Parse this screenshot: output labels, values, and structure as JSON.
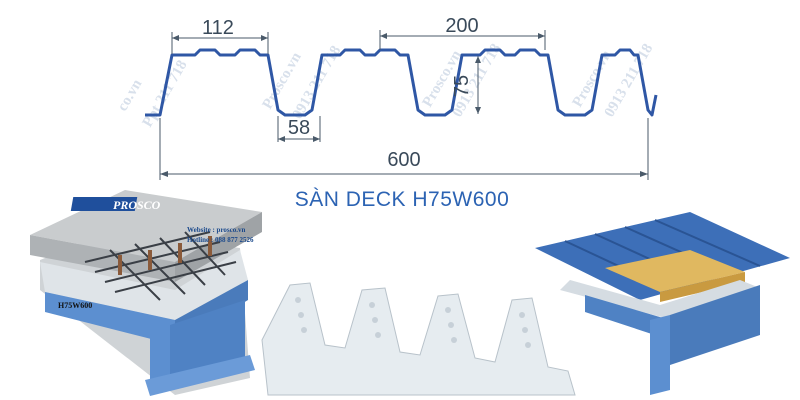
{
  "profile": {
    "dim_top": "112",
    "dim_bottom": "58",
    "dim_pitch": "200",
    "dim_height": "75",
    "dim_width": "600"
  },
  "title": "SÀN DECK H75W600",
  "watermarks": [
    "Prosco.vn",
    "0913 211 718",
    "Prosco.vn",
    "0913 211 718",
    "Prosco.vn",
    "0913 211 718",
    "co.vn",
    "Ppt 211 718"
  ],
  "left_panel": {
    "logo": "PROSCO",
    "website": "Website : prosco.vn",
    "hotline": "Hotline : 088 877 2526",
    "label": "H75W600"
  },
  "colors": {
    "profile_line": "#2f57a5",
    "dim_line": "#4a5a6a",
    "title": "#2c63b3",
    "steel_blue": "#5c8fd0",
    "roof_blue": "#3d6fb8",
    "insulation": "#e0b860",
    "galvanized": "#e6ecf0"
  }
}
